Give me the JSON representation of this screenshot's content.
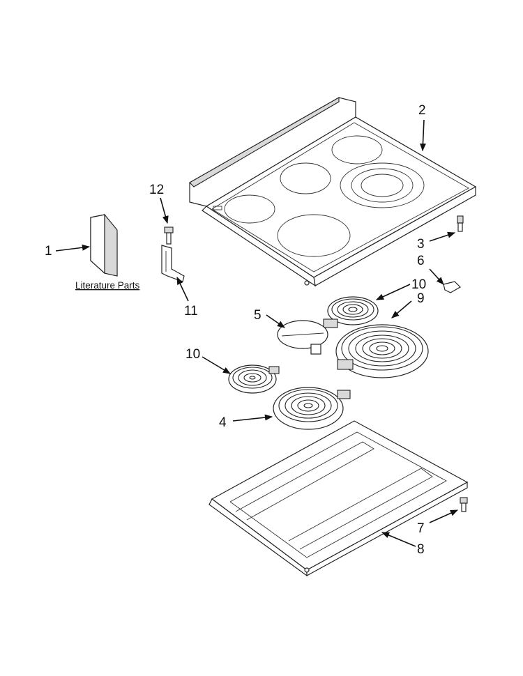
{
  "diagram": {
    "literature_label": "Literature Parts",
    "callouts": [
      {
        "id": "1",
        "label": "1"
      },
      {
        "id": "2",
        "label": "2"
      },
      {
        "id": "3",
        "label": "3"
      },
      {
        "id": "4",
        "label": "4"
      },
      {
        "id": "5",
        "label": "5"
      },
      {
        "id": "6",
        "label": "6"
      },
      {
        "id": "7",
        "label": "7"
      },
      {
        "id": "8",
        "label": "8"
      },
      {
        "id": "9",
        "label": "9"
      },
      {
        "id": "10a",
        "label": "10"
      },
      {
        "id": "10b",
        "label": "10"
      },
      {
        "id": "11",
        "label": "11"
      },
      {
        "id": "12",
        "label": "12"
      }
    ]
  }
}
